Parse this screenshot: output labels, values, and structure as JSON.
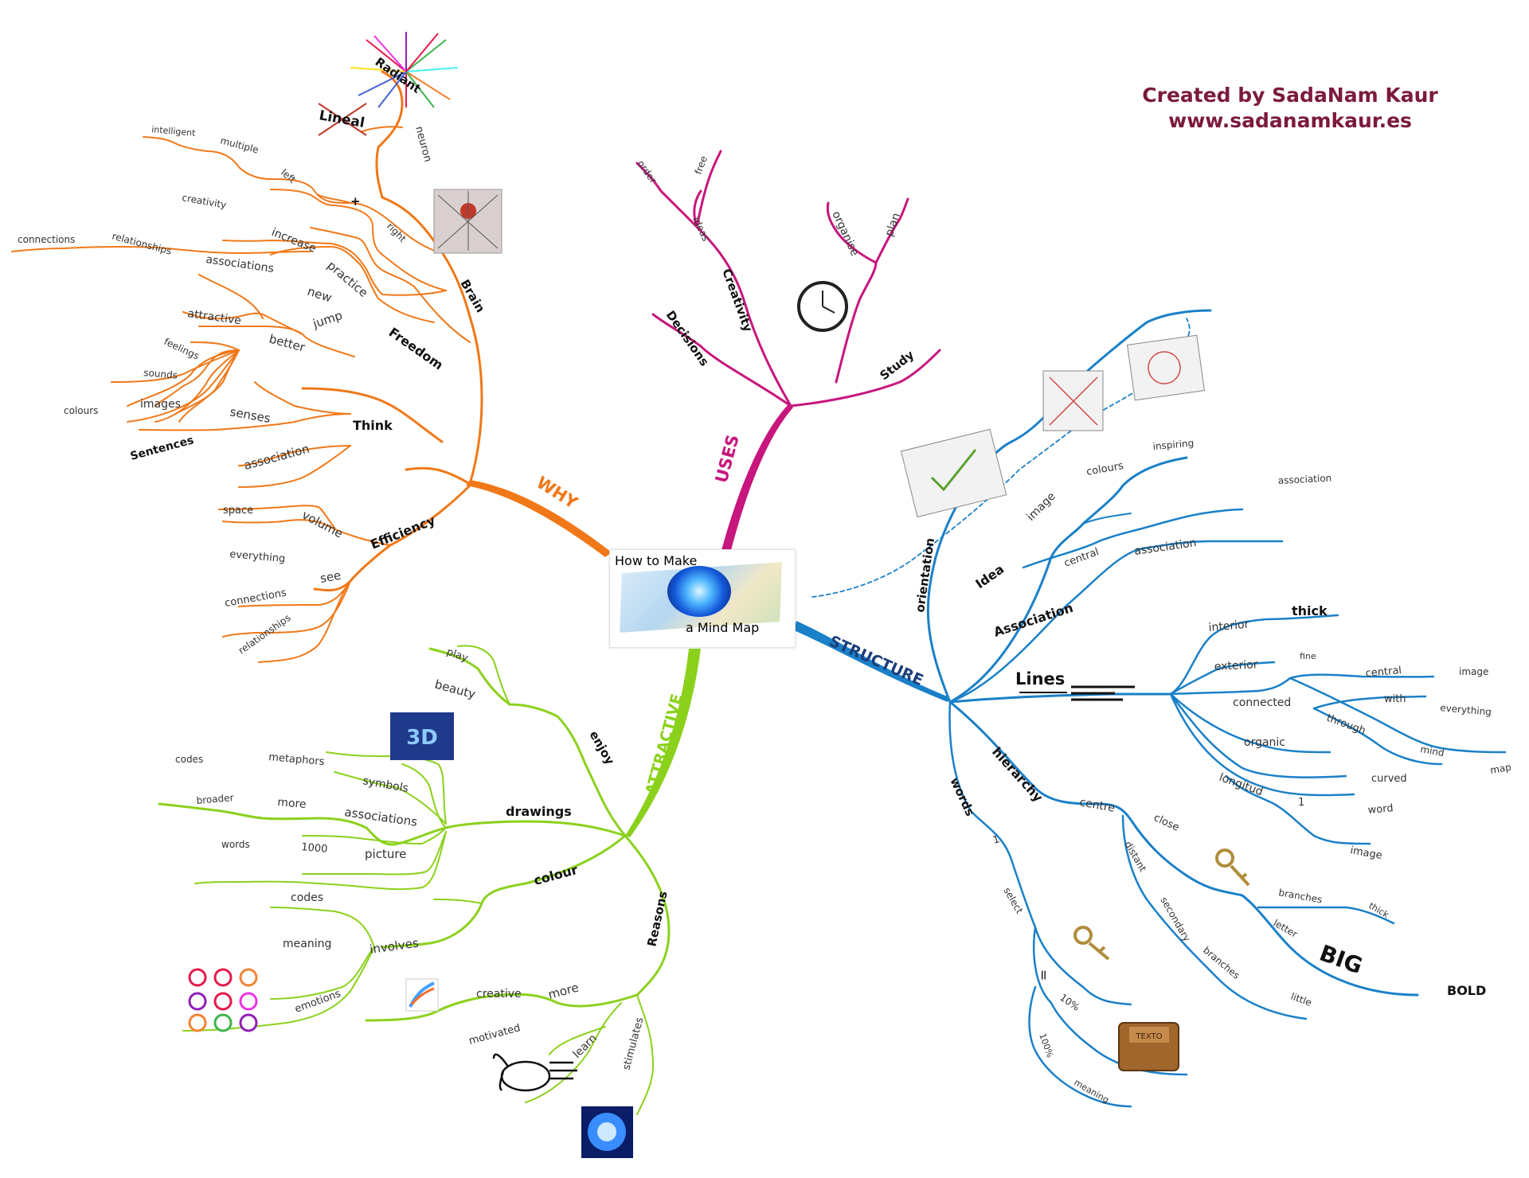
{
  "credit": {
    "line1": "Created by SadaNam Kaur",
    "line2": "www.sadanamkaur.es"
  },
  "center": {
    "line1": "How to Make",
    "line2": "a Mind Map"
  },
  "colors": {
    "why": "#f07818",
    "uses": "#c7167d",
    "structure": "#1a80c8",
    "structure_label": "#1b3d7a",
    "attractive": "#8bd11c",
    "credit": "#7b1a3e"
  },
  "why": {
    "main": "WHY",
    "brain": "Brain",
    "radiant": "Radiant",
    "lineal": "Lineal",
    "neuron": "neuron",
    "plus": "+",
    "right": "right",
    "left": "left",
    "multiple": "multiple",
    "intelligent": "intelligent",
    "freedom": "Freedom",
    "creativity": "creativity",
    "increase": "increase",
    "practice": "practice",
    "connections": "connections",
    "relationships": "relationships",
    "associations": "associations",
    "new": "new",
    "jump": "jump",
    "think": "Think",
    "attractive": "attractive",
    "better": "better",
    "feelings": "feelings",
    "sounds": "sounds",
    "images": "images",
    "colours": "colours",
    "senses": "senses",
    "sentences": "Sentences",
    "association": "association",
    "efficiency": "Efficiency",
    "space": "space",
    "volume": "volume",
    "everything": "everything",
    "see": "see",
    "connections2": "connections",
    "relationships2": "relationships"
  },
  "uses": {
    "main": "USES",
    "creativity": "Creativity",
    "ideas": "ideas",
    "order": "order",
    "free": "free",
    "decisions": "Decisions",
    "study": "Study",
    "organise": "organise",
    "plan": "plan"
  },
  "structure": {
    "main": "STRUCTURE",
    "orientation": "orientation",
    "idea": "Idea",
    "image": "image",
    "colours": "colours",
    "inspiring": "inspiring",
    "central": "central",
    "association_main": "Association",
    "association": "association",
    "association2": "association",
    "lines": "Lines",
    "interior": "interior",
    "thick": "thick",
    "exterior": "exterior",
    "fine": "fine",
    "connected": "connected",
    "central2": "central",
    "image2": "image",
    "with": "with",
    "everything": "everything",
    "through": "through",
    "mind": "mind",
    "map": "map",
    "organic": "organic",
    "curved": "curved",
    "longitud": "longitud",
    "one": "1",
    "word": "word",
    "image3": "image",
    "hierarchy": "hierarchy",
    "centre": "centre",
    "close": "close",
    "branches": "branches",
    "thick2": "thick",
    "letter": "letter",
    "big": "BIG",
    "bold": "BOLD",
    "distant": "distant",
    "secondary": "secondary",
    "branches2": "branches",
    "little": "little",
    "words": "words",
    "one2": "1",
    "select": "select",
    "equals": "=",
    "ten": "10%",
    "hundred": "100%",
    "meaning": "meaning",
    "texto": "TEXTO"
  },
  "attractive": {
    "main": "ATTRACTIVE",
    "enjoy": "enjoy",
    "play": "play",
    "beauty": "beauty",
    "drawings": "drawings",
    "codes": "codes",
    "metaphors": "metaphors",
    "symbols": "symbols",
    "broader": "broader",
    "more": "more",
    "associations": "associations",
    "words": "words",
    "thousand": "1000",
    "picture": "picture",
    "badge3d": "3D",
    "colour": "colour",
    "codes2": "codes",
    "meaning": "meaning",
    "involves": "involves",
    "emotions": "emotions",
    "reasons": "Reasons",
    "creative": "creative",
    "more2": "more",
    "motivated": "motivated",
    "learn": "learn",
    "stimulates": "stimulates"
  }
}
